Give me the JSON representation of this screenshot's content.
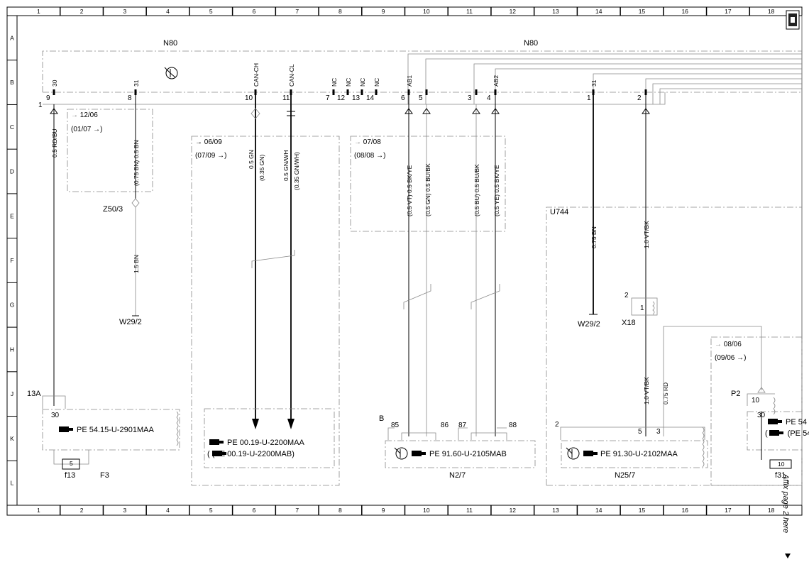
{
  "grid": {
    "columns": [
      "1",
      "2",
      "3",
      "4",
      "5",
      "6",
      "7",
      "8",
      "9",
      "10",
      "11",
      "12",
      "13",
      "14",
      "15",
      "16",
      "17",
      "18"
    ],
    "rows": [
      "A",
      "B",
      "C",
      "D",
      "E",
      "F",
      "G",
      "H",
      "J",
      "K",
      "L"
    ]
  },
  "components": {
    "n80_left": "N80",
    "n80_right": "N80",
    "u744": "U744",
    "z50_3": "Z50/3",
    "w29_2_left": "W29/2",
    "w29_2_right": "W29/2",
    "x18": "X18",
    "f13": "f13",
    "f3": "F3",
    "n2_7": "N2/7",
    "n25_7": "N25/7",
    "f31": "f31",
    "p2": "P2",
    "b": "B",
    "j13a": "13A"
  },
  "pins": {
    "p9": "9",
    "p8": "8",
    "p10": "10",
    "p11": "11",
    "p7": "7",
    "p12": "12",
    "p13": "13",
    "p14": "14",
    "p6": "6",
    "p5": "5",
    "p3": "3",
    "p4": "4",
    "p1": "1",
    "p2": "2",
    "p1b": "1",
    "sig30": "30",
    "sig31": "31",
    "can_h": "CAN-CH",
    "can_l": "CAN-CL",
    "nc": "NC",
    "ab1": "AB1",
    "ab2": "AB2",
    "f3_30": "30",
    "fuse5": "5",
    "n2_85": "85",
    "n2_86": "86",
    "n2_87": "87",
    "n2_88": "88",
    "n25_2": "2",
    "n25_5": "5",
    "n25_3": "3",
    "x18_2": "2",
    "x18_1": "1",
    "p2_10": "10",
    "p2_30": "30",
    "fuse10": "10"
  },
  "wires": {
    "w1": "0.5 RD/BU",
    "w2": "(0.75 BN) 0.5 BN",
    "w3": "1.5 BN",
    "w4a": "0.5 GN",
    "w4b": "(0.35 GN)",
    "w5a": "0.5 GN/WH",
    "w5b": "(0.35 GN/WH)",
    "w6": "(0.5 VT) 0.5 BK/YE",
    "w7": "(0.5 GN) 0.5 BU/BK",
    "w8": "(0.5 BU) 0.5 BU/BK",
    "w9": "(0.5 YE) 0.5 BK/YE",
    "w10": "0.75 BN",
    "w11": "1.0 VT/BK",
    "w12": "1.0 VT/BK",
    "w13": "0.75 RD"
  },
  "ranges": {
    "r1a": "12/06",
    "r1b": "(01/07",
    "r2a": "06/09",
    "r2b": "(07/09",
    "r3a": "07/08",
    "r3b": "(08/08",
    "r4a": "08/06",
    "r4b": "(09/06"
  },
  "refs": {
    "pe1": "PE 54.15-U-2901MAA",
    "pe2a": "PE 00.19-U-2200MAA",
    "pe2b": "(PE 00.19-U-2200MAB)",
    "pe3": "PE 91.60-U-2105MAB",
    "pe4": "PE 91.30-U-2102MAA",
    "pe5a": "PE 54",
    "pe5b": "(PE 54"
  },
  "affix": "Affix page 2 here"
}
